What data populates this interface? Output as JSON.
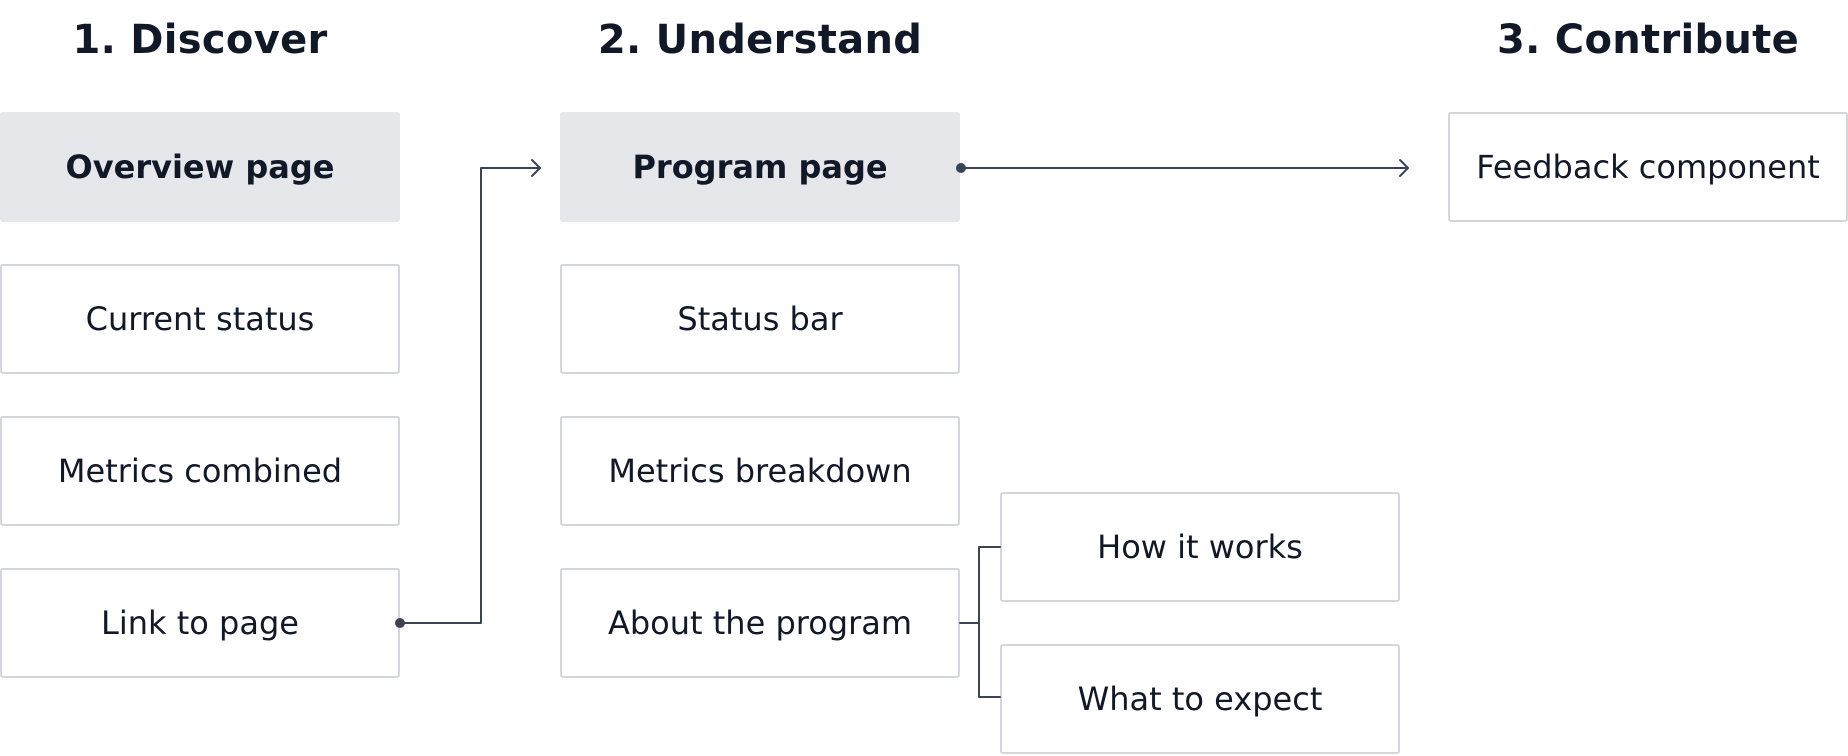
{
  "columns": [
    {
      "title": "1. Discover",
      "nodes": [
        "Overview page",
        "Current status",
        "Metrics combined",
        "Link to page"
      ]
    },
    {
      "title": "2. Understand",
      "nodes": [
        "Program page",
        "Status bar",
        "Metrics breakdown",
        "About the program"
      ]
    },
    {
      "title": "3. Contribute",
      "nodes": [
        "Feedback component"
      ]
    }
  ],
  "sub_nodes": [
    "How it works",
    "What to expect"
  ],
  "colors": {
    "primary_fill": "#e6e7ea",
    "border": "#d4d6dc",
    "connector": "#3b4354",
    "text": "#111827"
  }
}
